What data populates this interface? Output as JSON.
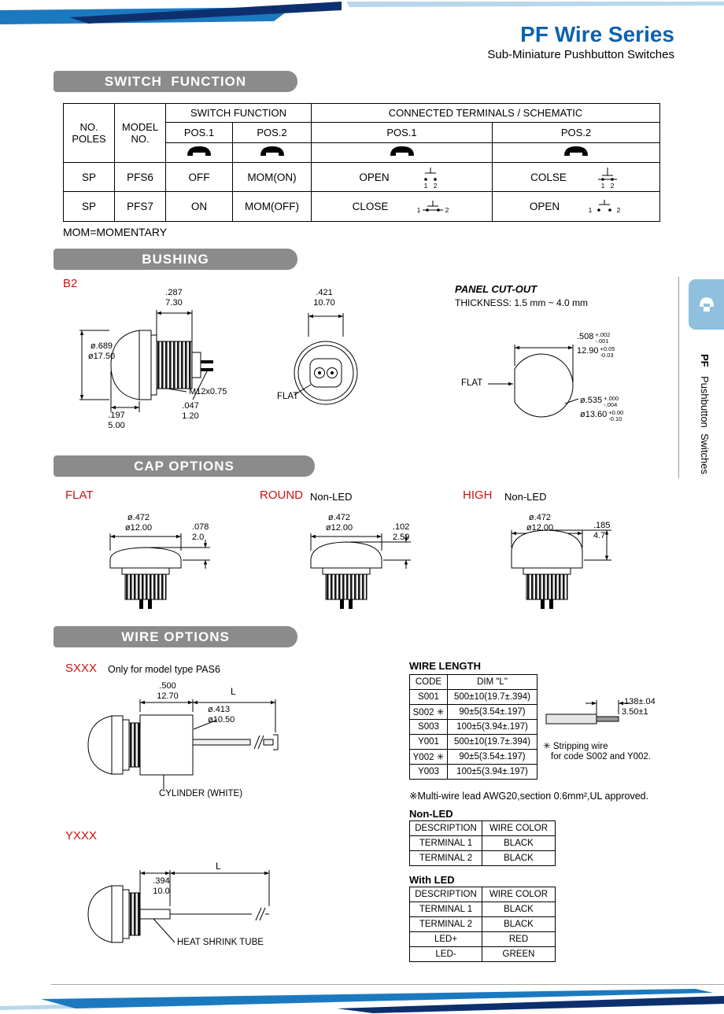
{
  "header": {
    "title": "PF Wire Series",
    "subtitle": "Sub-Miniature Pushbutton Switches"
  },
  "side_tab": {
    "series": "PF",
    "label": "Pushbutton  Switches"
  },
  "sections": {
    "switch_function": "SWITCH  FUNCTION",
    "bushing": "BUSHING",
    "cap_options": "CAP OPTIONS",
    "wire_options": "WIRE OPTIONS"
  },
  "switch_table": {
    "col_no_poles": "NO.\nPOLES",
    "col_model_no": "MODEL\nNO.",
    "col_switch_function": "SWITCH FUNCTION",
    "col_connected_terminals": "CONNECTED TERMINALS / SCHEMATIC",
    "col_pos1": "POS.1",
    "col_pos2": "POS.2",
    "terminal_1": "1",
    "terminal_2": "2",
    "rows": [
      {
        "poles": "SP",
        "model": "PFS6",
        "pos1": "OFF",
        "pos2": "MOM(ON)",
        "ct_pos1": "OPEN",
        "ct_pos2": "COLSE"
      },
      {
        "poles": "SP",
        "model": "PFS7",
        "pos1": "ON",
        "pos2": "MOM(OFF)",
        "ct_pos1": "CLOSE",
        "ct_pos2": "OPEN"
      }
    ],
    "note": "MOM=MOMENTARY"
  },
  "bushing": {
    "variant": "B2",
    "side_view": {
      "thread_len_in": ".287",
      "thread_len_mm": "7.30",
      "dia_in": "ø.689",
      "dia_mm": "ø17.50",
      "thread_spec": "M12x0.75",
      "pin_in": ".047",
      "pin_mm": "1.20",
      "cap_in": ".197",
      "cap_mm": "5.00"
    },
    "front_view": {
      "width_in": ".421",
      "width_mm": "10.70",
      "flat": "FLAT"
    },
    "panel_cutout": {
      "title": "PANEL CUT-OUT",
      "thickness": "THICKNESS: 1.5 mm ~ 4.0 mm",
      "flat": "FLAT",
      "width_in": ".508",
      "width_in_plus": "+.002",
      "width_in_minus": "-.001",
      "width_mm": "12.90",
      "width_mm_plus": "+0.05",
      "width_mm_minus": "-0.03",
      "dia_in": "ø.535",
      "dia_in_plus": "+.000",
      "dia_in_minus": "-.004",
      "dia_mm": "ø13.60",
      "dia_mm_plus": "+0.00",
      "dia_mm_minus": "-0.10"
    }
  },
  "cap_options": {
    "items": [
      {
        "name": "FLAT",
        "tag": "",
        "dia_in": "ø.472",
        "dia_mm": "ø12.00",
        "height_in": ".078",
        "height_mm": "2.0"
      },
      {
        "name": "ROUND",
        "tag": "Non-LED",
        "dia_in": "ø.472",
        "dia_mm": "ø12.00",
        "height_in": ".102",
        "height_mm": "2.59"
      },
      {
        "name": "HIGH",
        "tag": "Non-LED",
        "dia_in": "ø.472",
        "dia_mm": "ø12.00",
        "height_in": ".185",
        "height_mm": "4.7"
      }
    ]
  },
  "wire_options": {
    "sxxx": {
      "label": "SXXX",
      "note": "Only for model type PAS6",
      "len_in": ".500",
      "len_mm": "12.70",
      "wire_len": "L",
      "dia_in": "ø.413",
      "dia_mm": "ø10.50",
      "cylinder": "CYLINDER (WHITE)"
    },
    "yxxx": {
      "label": "YXXX",
      "len_in": ".394",
      "len_mm": "10.0",
      "wire_len": "L",
      "tube": "HEAT SHRINK TUBE"
    },
    "wire_length": {
      "title": "WIRE LENGTH",
      "headers": [
        "CODE",
        "DIM \"L\""
      ],
      "rows": [
        [
          "S001",
          "500±10(19.7±.394)"
        ],
        [
          "S002 ✳",
          "90±5(3.54±.197)"
        ],
        [
          "S003",
          "100±5(3.94±.197)"
        ],
        [
          "Y001",
          "500±10(19.7±.394)"
        ],
        [
          "Y002 ✳",
          "90±5(3.54±.197)"
        ],
        [
          "Y003",
          "100±5(3.94±.197)"
        ]
      ],
      "strip_in": ".138±.04",
      "strip_mm": "3.50±1",
      "strip_note1": "✳ Stripping wire",
      "strip_note2": "for code S002 and Y002.",
      "lead_note": "※Multi-wire lead AWG20,section 0.6mm²,UL approved."
    },
    "non_led": {
      "title": "Non-LED",
      "headers": [
        "DESCRIPTION",
        "WIRE COLOR"
      ],
      "rows": [
        [
          "TERMINAL 1",
          "BLACK"
        ],
        [
          "TERMINAL 2",
          "BLACK"
        ]
      ]
    },
    "with_led": {
      "title": "With LED",
      "headers": [
        "DESCRIPTION",
        "WIRE COLOR"
      ],
      "rows": [
        [
          "TERMINAL 1",
          "BLACK"
        ],
        [
          "TERMINAL 2",
          "BLACK"
        ],
        [
          "LED+",
          "RED"
        ],
        [
          "LED-",
          "GREEN"
        ]
      ]
    }
  },
  "colors": {
    "accent_blue": "#0f62ad",
    "navy_stripe": "#0d2f6e",
    "blue_stripe": "#1b79c0",
    "pale_stripe": "#b9d7ec",
    "section_bar_gray": "#8b8b8b",
    "red_label": "#cc1111",
    "tab_blue": "#8fc0dd"
  }
}
